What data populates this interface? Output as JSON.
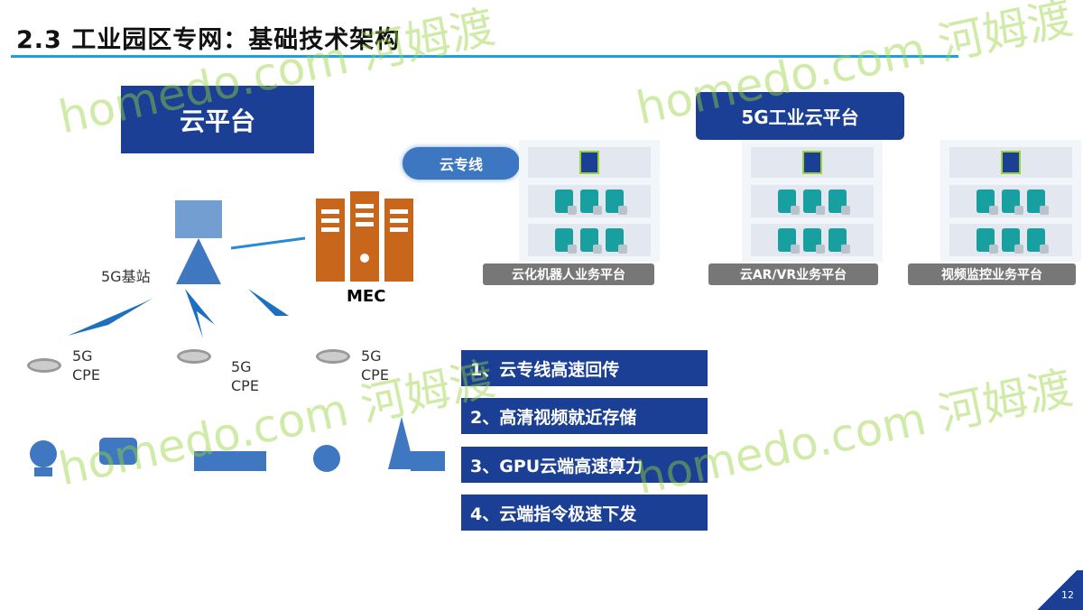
{
  "title": "2.3  工业园区专网：基础技术架构",
  "cloud_platform": "云平台",
  "industrial_platform": "5G工业云平台",
  "cloud_line": "云专线",
  "base_station": "5G基站",
  "mec": "MEC",
  "cpe_labels": [
    "5G\nCPE",
    "5G\nCPE",
    "5G\nCPE"
  ],
  "platforms": [
    "云化机器人业务平台",
    "云AR/VR业务平台",
    "视频监控业务平台"
  ],
  "features": [
    "1、云专线高速回传",
    "2、高清视频就近存储",
    "3、GPU云端高速算力",
    "4、云端指令极速下发"
  ],
  "watermark": "homedo.com 河姆渡",
  "page_number": "12",
  "colors": {
    "primary": "#1a3f94",
    "accent": "#1ba1e2",
    "mec": "#c8661c"
  }
}
